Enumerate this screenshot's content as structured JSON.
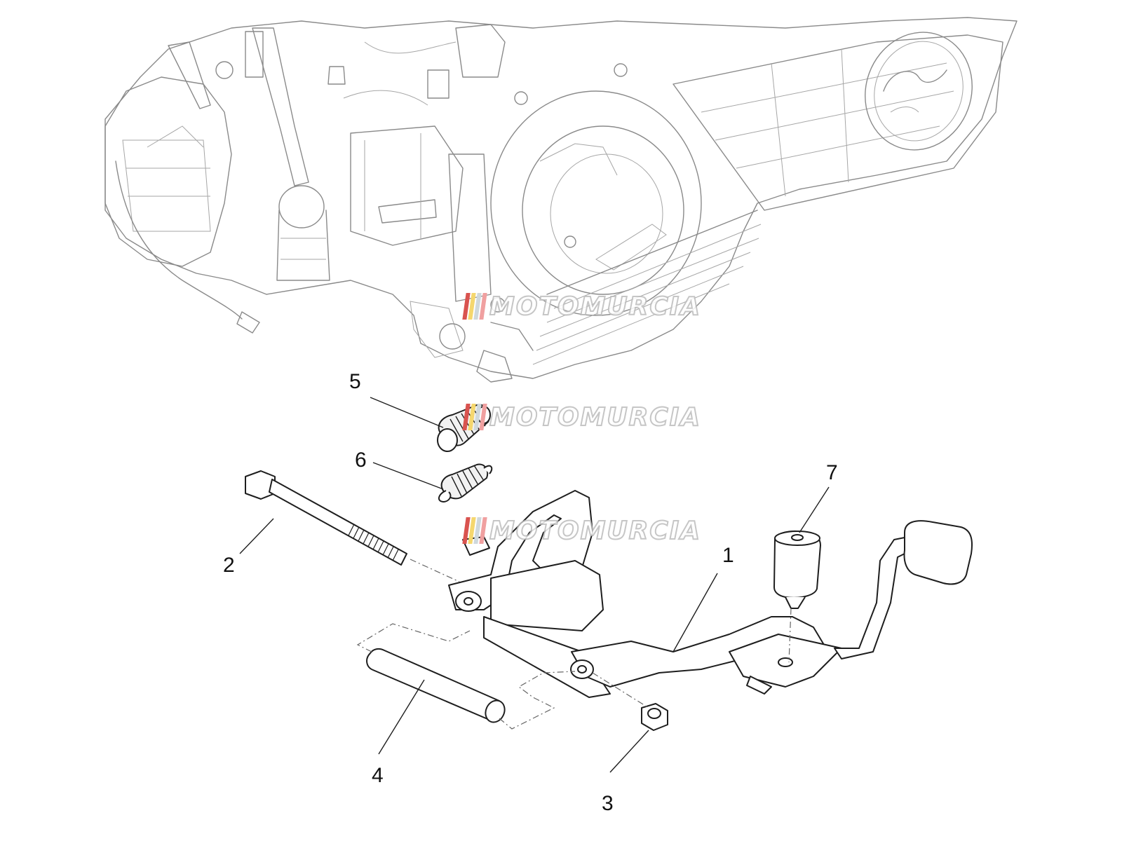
{
  "watermark": {
    "text": "MOTOMURCIA",
    "flag_colors": [
      "#d9534f",
      "#f5d76e",
      "#cfd8dc",
      "#f0a0a0"
    ]
  },
  "callouts": [
    {
      "id": "1",
      "label": "1"
    },
    {
      "id": "2",
      "label": "2"
    },
    {
      "id": "3",
      "label": "3"
    },
    {
      "id": "4",
      "label": "4"
    },
    {
      "id": "5",
      "label": "5"
    },
    {
      "id": "6",
      "label": "6"
    },
    {
      "id": "7",
      "label": "7"
    }
  ],
  "colors": {
    "engine_outline": "#8a8a8a",
    "part_outline": "#1e1e1e",
    "spring_fill": "#f2f2f2"
  }
}
